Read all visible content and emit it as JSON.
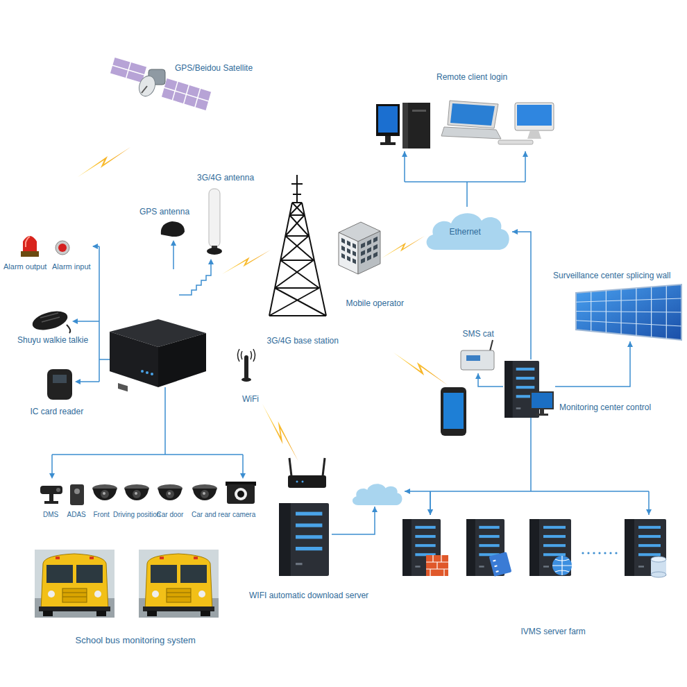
{
  "diagram": {
    "nodes": [
      {
        "text": [
          "GPS/Beidou Satellite"
        ]
      },
      {
        "text": [
          "Remote client login"
        ]
      },
      {
        "text": [
          "3G/4G antenna"
        ]
      },
      {
        "text": [
          "GPS antenna"
        ]
      },
      {
        "text": [
          "Ethernet"
        ]
      },
      {
        "text": [
          "Alarm output"
        ]
      },
      {
        "text": [
          "Alarm input"
        ]
      },
      {
        "text": [
          "Mobile operator"
        ]
      },
      {
        "text": [
          "Surveillance center splicing wall"
        ]
      },
      {
        "text": [
          "Shuyu walkie talkie"
        ]
      },
      {
        "text": [
          "3G/4G base station"
        ]
      },
      {
        "text": [
          "SMS cat"
        ]
      },
      {
        "text": [
          "WiFi"
        ]
      },
      {
        "text": [
          "Monitoring center control"
        ]
      },
      {
        "text": [
          "IC card reader"
        ]
      },
      {
        "text": [
          "DMS"
        ]
      },
      {
        "text": [
          "ADAS"
        ]
      },
      {
        "text": [
          "Front"
        ]
      },
      {
        "text": [
          "Driving position"
        ]
      },
      {
        "text": [
          "Car door"
        ]
      },
      {
        "text": [
          "Car and rear camera"
        ]
      },
      {
        "text": [
          "WIFI automatic download server"
        ]
      },
      {
        "text": [
          "IVMS server farm"
        ]
      }
    ],
    "edges": [
      {
        "from": 13,
        "to": 4,
        "arrow": "to"
      },
      {
        "from": 4,
        "to": 1,
        "arrow": "to"
      },
      {
        "from": 13,
        "to": 11,
        "arrow": "to"
      },
      {
        "from": 13,
        "to": 8,
        "arrow": "to"
      },
      {
        "from": 13,
        "to": 22,
        "arrow": "to"
      },
      {
        "from": 21,
        "to": 22,
        "arrow": "to"
      }
    ],
    "labels": [
      "School bus monitoring system"
    ]
  }
}
